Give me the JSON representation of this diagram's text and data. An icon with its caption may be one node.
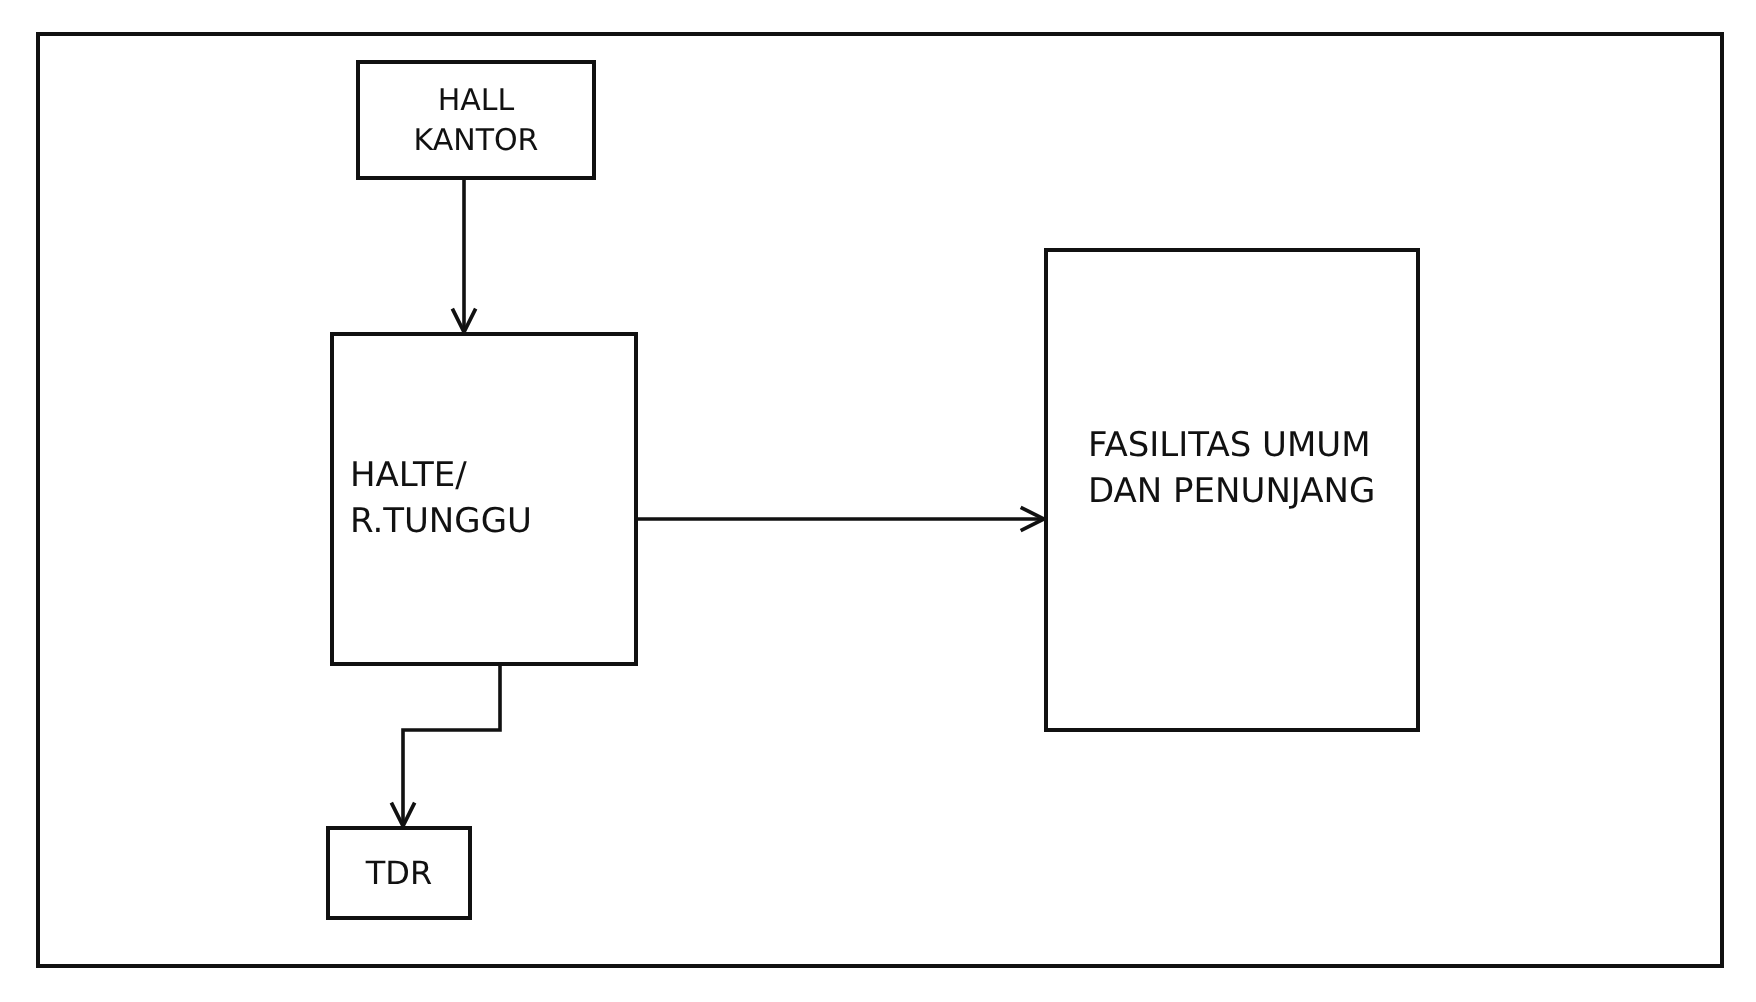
{
  "diagram": {
    "nodes": [
      {
        "text": [
          "HALL KANTOR"
        ]
      },
      {
        "text": [
          "HALTE/ R.TUNGGU"
        ]
      },
      {
        "text": [
          "TDR"
        ]
      },
      {
        "text": [
          "FASILITAS UMUM DAN PENUNJANG"
        ]
      }
    ],
    "edges": [
      {
        "from": 0,
        "to": 1,
        "arrow": "to"
      },
      {
        "from": 1,
        "to": 3,
        "arrow": "to"
      },
      {
        "from": 1,
        "to": 2,
        "arrow": "to"
      }
    ]
  }
}
